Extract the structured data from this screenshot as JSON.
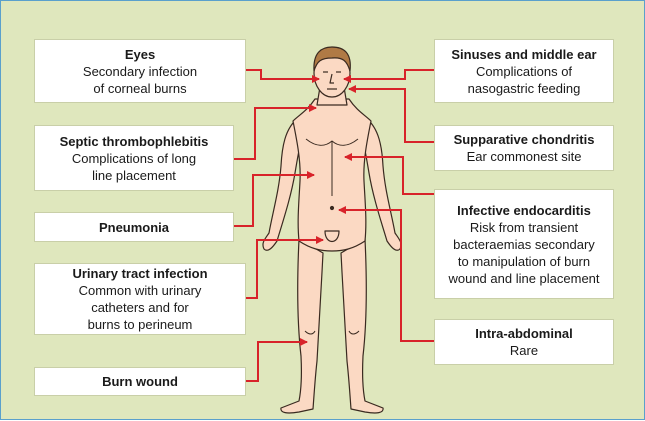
{
  "colors": {
    "background": "#dfe7bd",
    "border": "#5aa0cc",
    "arrow": "#d8232a",
    "skin": "#fbd9c3",
    "hair": "#b07a45"
  },
  "labels": {
    "eyes": {
      "title": "Eyes",
      "desc": "Secondary infection\nof corneal burns"
    },
    "septic": {
      "title": "Septic thrombophlebitis",
      "desc": "Complications of long\nline placement"
    },
    "pneumonia": {
      "title": "Pneumonia",
      "desc": ""
    },
    "uti": {
      "title": "Urinary tract infection",
      "desc": "Common with urinary\ncatheters and for\nburns to perineum"
    },
    "burn": {
      "title": "Burn wound",
      "desc": ""
    },
    "sinuses": {
      "title": "Sinuses and middle ear",
      "desc": "Complications of\nnasogastric feeding"
    },
    "chondritis": {
      "title": "Supparative chondritis",
      "desc": "Ear commonest site"
    },
    "endocarditis": {
      "title": "Infective endocarditis",
      "desc": "Risk from transient\nbacteraemias secondary\nto manipulation of burn\nwound and line placement"
    },
    "abdominal": {
      "title": "Intra-abdominal",
      "desc": "Rare"
    }
  }
}
